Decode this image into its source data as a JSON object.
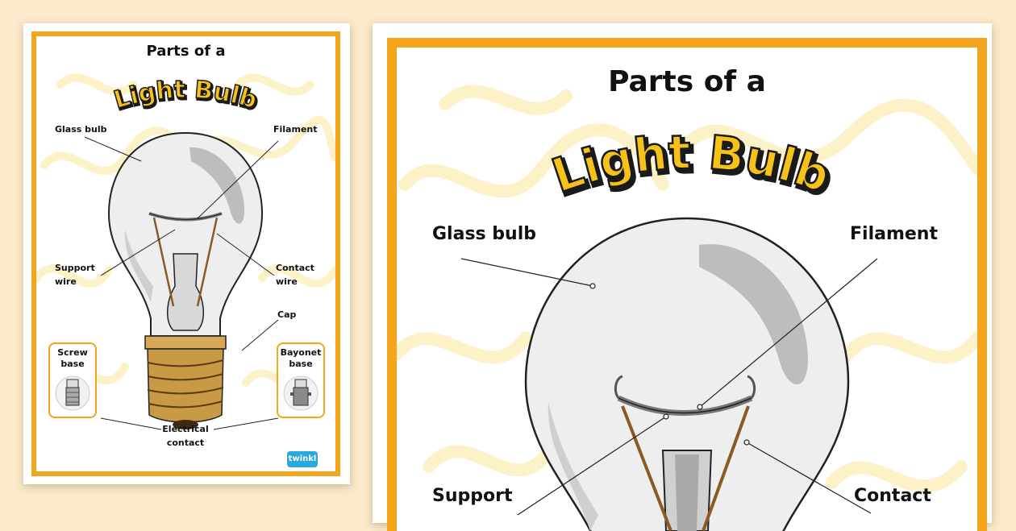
{
  "poster": {
    "title_line1": "Parts of a",
    "title_line2": "Light Bulb",
    "colors": {
      "frame": "#f4a51c",
      "title_fill": "#f6c21a",
      "background": "#fbeacb",
      "cap": "#c99a44"
    },
    "labels": {
      "glass_bulb": "Glass bulb",
      "filament": "Filament",
      "support_wire_1": "Support",
      "support_wire_2": "wire",
      "contact_wire_1": "Contact",
      "contact_wire_2": "wire",
      "cap": "Cap",
      "electrical_contact_1": "Electrical",
      "electrical_contact_2": "contact"
    },
    "insets": {
      "screw_base_1": "Screw",
      "screw_base_2": "base",
      "bayonet_base_1": "Bayonet",
      "bayonet_base_2": "base"
    },
    "brand": "twinkl"
  }
}
